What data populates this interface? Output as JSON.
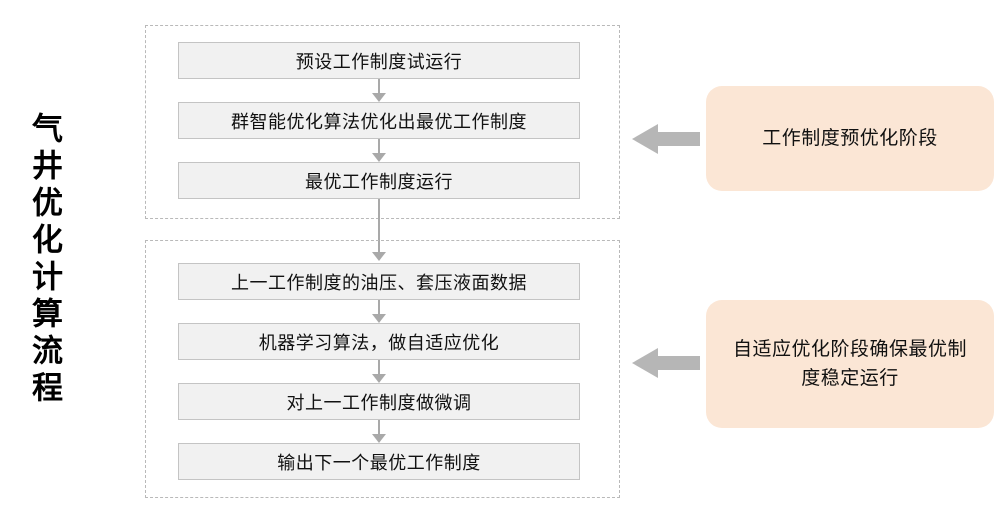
{
  "title": {
    "vertical_label": "气井优化计算流程"
  },
  "colors": {
    "box_fill": "#f1f1f1",
    "box_border": "#c4c4c4",
    "group_border": "#b9b9b9",
    "connector": "#a9a9a9",
    "callout_fill": "#fbe6d5",
    "big_arrow": "#b6b6b6",
    "text": "#111111",
    "background": "#ffffff"
  },
  "groups": [
    {
      "id": "pre-optimization",
      "steps": [
        {
          "label": "预设工作制度试运行"
        },
        {
          "label": "群智能优化算法优化出最优工作制度"
        },
        {
          "label": "最优工作制度运行"
        }
      ],
      "callout": {
        "label": "工作制度预优化阶段"
      }
    },
    {
      "id": "adaptive-optimization",
      "steps": [
        {
          "label": "上一工作制度的油压、套压液面数据"
        },
        {
          "label": "机器学习算法，做自适应优化"
        },
        {
          "label": "对上一工作制度做微调"
        },
        {
          "label": "输出下一个最优工作制度"
        }
      ],
      "callout": {
        "label": "自适应优化阶段确保最优制度稳定运行"
      }
    }
  ]
}
